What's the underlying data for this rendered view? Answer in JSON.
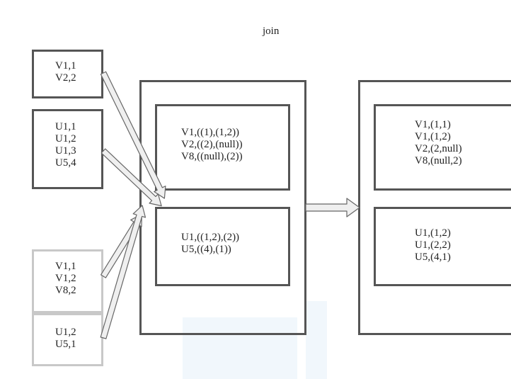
{
  "title": "join",
  "inputs": [
    {
      "lines": "V1,1\nV2,2",
      "style": "dark"
    },
    {
      "lines": "U1,1\nU1,2\nU1,3\nU5,4",
      "style": "dark"
    },
    {
      "lines": "V1,1\nV1,2\nV8,2",
      "style": "light"
    },
    {
      "lines": "U1,2\nU5,1",
      "style": "light"
    }
  ],
  "middle": {
    "top": "V1,((1),(1,2))\nV2,((2),(null))\nV8,((null),(2))",
    "bottom": "U1,((1,2),(2))\nU5,((4),(1))"
  },
  "right": {
    "top": "V1,(1,1)\nV1,(1,2)\nV2,(2,null)\nV8,(null,2)",
    "bottom": "U1,(1,2)\nU1,(2,2)\nU5,(4,1)"
  }
}
